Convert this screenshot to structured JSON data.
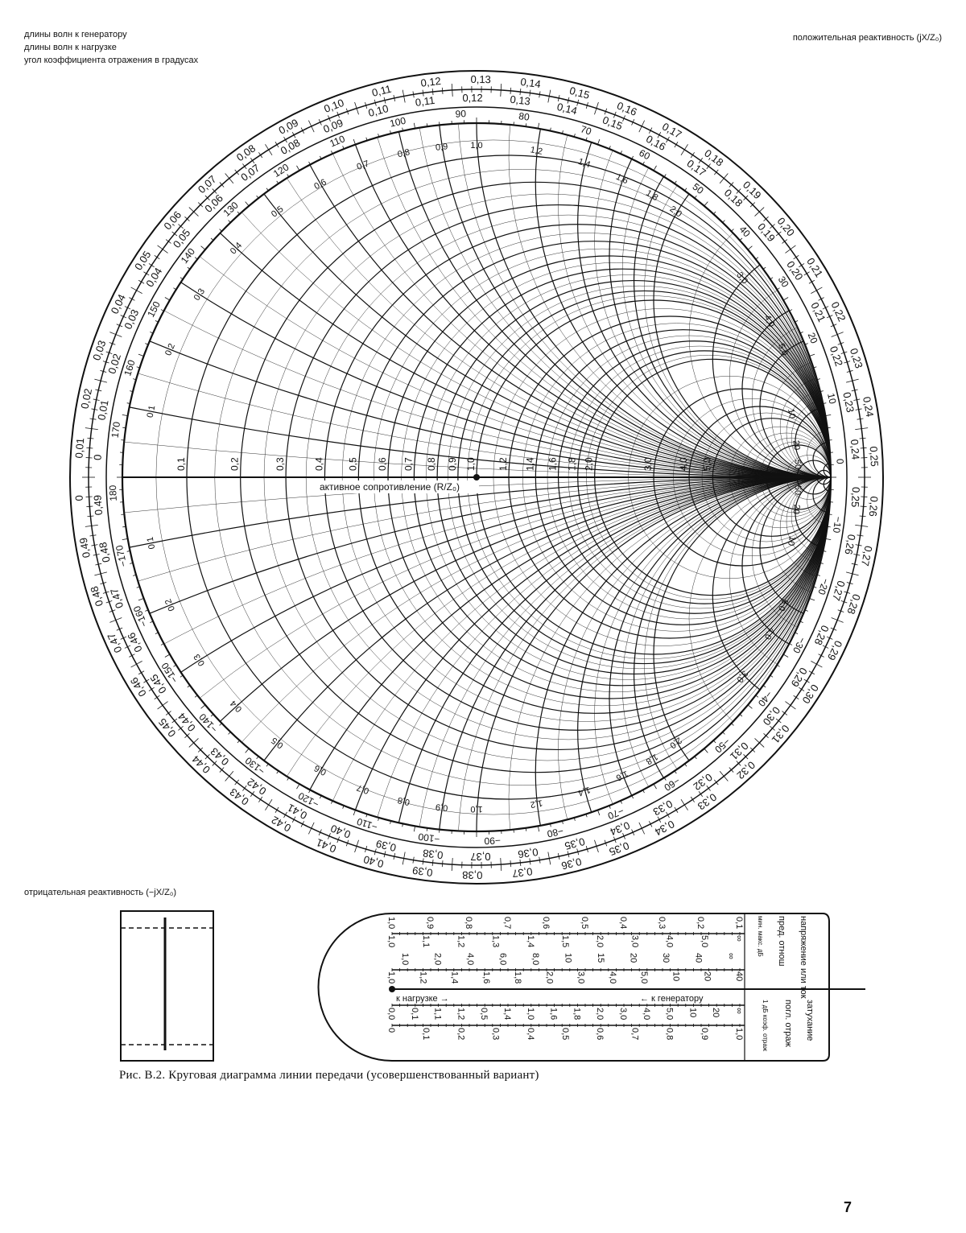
{
  "figure": {
    "caption": "Рис. В.2. Круговая диаграмма линии передачи (усовершенствованный вариант)",
    "page_number": "7"
  },
  "smith_chart": {
    "axis_label": "активное сопротивление (R/Z₀)",
    "positive_reactance_label": "положительная реактивность (jX/Z₀)",
    "negative_reactance_label": "отрицательная реактивность (−jX/Z₀)",
    "toward_generator_label": "длины волн к генератору",
    "toward_load_label": "длины волн к нагрузке",
    "angle_label": "угол коэффициента отражения в градусах",
    "resistance_values": [
      {
        "v": 0.1,
        "t": "0,1"
      },
      {
        "v": 0.2,
        "t": "0,2"
      },
      {
        "v": 0.3,
        "t": "0,3"
      },
      {
        "v": 0.4,
        "t": "0,4"
      },
      {
        "v": 0.5,
        "t": "0,5"
      },
      {
        "v": 0.6,
        "t": "0,6"
      },
      {
        "v": 0.7,
        "t": "0,7"
      },
      {
        "v": 0.8,
        "t": "0,8"
      },
      {
        "v": 0.9,
        "t": "0,9"
      },
      {
        "v": 1.0,
        "t": "1,0"
      },
      {
        "v": 1.2,
        "t": "1,2"
      },
      {
        "v": 1.4,
        "t": "1,4"
      },
      {
        "v": 1.6,
        "t": "1,6"
      },
      {
        "v": 1.8,
        "t": "1,8"
      },
      {
        "v": 2.0,
        "t": "2,0"
      },
      {
        "v": 3.0,
        "t": "3,0"
      },
      {
        "v": 4.0,
        "t": "4,0"
      },
      {
        "v": 5.0,
        "t": "5,0"
      },
      {
        "v": 10,
        "t": "10"
      },
      {
        "v": 20,
        "t": "20"
      },
      {
        "v": 50,
        "t": "50"
      }
    ],
    "reactance_values": [
      {
        "v": 0.1,
        "t": "0,1"
      },
      {
        "v": 0.2,
        "t": "0,2"
      },
      {
        "v": 0.3,
        "t": "0,3"
      },
      {
        "v": 0.4,
        "t": "0,4"
      },
      {
        "v": 0.5,
        "t": "0,5"
      },
      {
        "v": 0.6,
        "t": "0,6"
      },
      {
        "v": 0.7,
        "t": "0,7"
      },
      {
        "v": 0.8,
        "t": "0,8"
      },
      {
        "v": 0.9,
        "t": "0,9"
      },
      {
        "v": 1.0,
        "t": "1,0"
      },
      {
        "v": 1.2,
        "t": "1,2"
      },
      {
        "v": 1.4,
        "t": "1,4"
      },
      {
        "v": 1.6,
        "t": "1,6"
      },
      {
        "v": 1.8,
        "t": "1,8"
      },
      {
        "v": 2.0,
        "t": "2,0"
      },
      {
        "v": 3.0,
        "t": "3,0"
      },
      {
        "v": 4.0,
        "t": "4,0"
      },
      {
        "v": 5.0,
        "t": "5,0"
      },
      {
        "v": 10,
        "t": "10"
      },
      {
        "v": 20,
        "t": "20"
      },
      {
        "v": 50,
        "t": "50"
      }
    ],
    "generator_scale": [
      "0",
      "0,01",
      "0,02",
      "0,03",
      "0,04",
      "0,05",
      "0,06",
      "0,07",
      "0,08",
      "0,09",
      "0,10",
      "0,11",
      "0,12",
      "0,13",
      "0,14",
      "0,15",
      "0,16",
      "0,17",
      "0,18",
      "0,19",
      "0,20",
      "0,21",
      "0,22",
      "0,23",
      "0,24",
      "0,25",
      "0,26",
      "0,27",
      "0,28",
      "0,29",
      "0,30",
      "0,31",
      "0,32",
      "0,33",
      "0,34",
      "0,35",
      "0,36",
      "0,37",
      "0,38",
      "0,39",
      "0,40",
      "0,41",
      "0,42",
      "0,43",
      "0,44",
      "0,45",
      "0,46",
      "0,47",
      "0,48",
      "0,49"
    ],
    "load_scale": [
      "0",
      "0,49",
      "0,48",
      "0,47",
      "0,46",
      "0,45",
      "0,44",
      "0,43",
      "0,42",
      "0,41",
      "0,40",
      "0,39",
      "0,38",
      "0,37",
      "0,36",
      "0,35",
      "0,34",
      "0,33",
      "0,32",
      "0,31",
      "0,30",
      "0,29",
      "0,28",
      "0,27",
      "0,26",
      "0,25",
      "0,24",
      "0,23",
      "0,22",
      "0,21",
      "0,20",
      "0,19",
      "0,18",
      "0,17",
      "0,16",
      "0,15",
      "0,14",
      "0,13",
      "0,12",
      "0,11",
      "0,10",
      "0,09",
      "0,08",
      "0,07",
      "0,06",
      "0,05",
      "0,04",
      "0,03",
      "0,02",
      "0,01"
    ],
    "angle_scale": [
      "180",
      "170",
      "160",
      "150",
      "140",
      "130",
      "120",
      "110",
      "100",
      "90",
      "80",
      "70",
      "60",
      "50",
      "40",
      "30",
      "20",
      "10",
      "0",
      "−10",
      "−20",
      "−30",
      "−40",
      "−50",
      "−60",
      "−70",
      "−80",
      "−90",
      "−100",
      "−110",
      "−120",
      "−130",
      "−140",
      "−150",
      "−160",
      "−170"
    ]
  },
  "slide_rule": {
    "top_scale": [
      "1,0",
      "0,9",
      "0,8",
      "0,7",
      "0,6",
      "0,5",
      "0,4",
      "0,3",
      "0,2",
      "0,1"
    ],
    "row2": [
      "1,0",
      "1,1",
      "1,2",
      "1,3",
      "1,4",
      "1,5",
      "2,0",
      "3,0",
      "4,0",
      "5,0",
      "∞"
    ],
    "row3": [
      "1,0",
      "2,0",
      "4,0",
      "6,0",
      "8,0",
      "10",
      "15",
      "20",
      "30",
      "40",
      "∞"
    ],
    "row4": [
      "1,0",
      "1,2",
      "1,4",
      "1,6",
      "1,8",
      "2,0",
      "3,0",
      "4,0",
      "5,0",
      "10",
      "20",
      "40"
    ],
    "row5": [
      "0,0",
      "0,1",
      "1,1",
      "1,2",
      "0,5",
      "1,4",
      "1,0",
      "1,6",
      "1,8",
      "2,0",
      "3,0",
      "4,0",
      "5,0",
      "10",
      "20",
      "∞"
    ],
    "bottom_scale": [
      "0",
      "0,1",
      "0,2",
      "0,3",
      "0,4",
      "0,5",
      "0,6",
      "0,7",
      "0,8",
      "0,9",
      "1,0"
    ],
    "to_load": "к нагрузке",
    "to_generator": "к генератору",
    "voltage_label": "напряжение или ток",
    "ratio_label": "пред. отнош",
    "minmax_label": "мин. макс. дБ",
    "attenuation_label": "затухание",
    "absorb_label": "погл. отраж",
    "db_label": "1 дБ коэф. отраж"
  }
}
